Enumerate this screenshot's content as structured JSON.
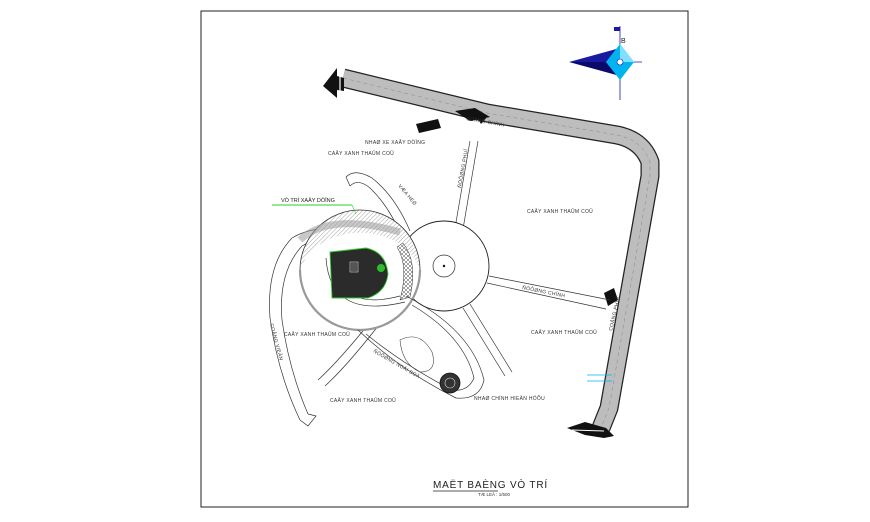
{
  "drawing": {
    "title": "MAËT BAÈNG VÒ TRÍ",
    "scale_note": "TÆ LEÄ : 1/500",
    "north_letter": "B"
  },
  "labels": {
    "cong_chinh": "COÅNG CHÍNH",
    "cong_phu": "COÅNG PHUÏ",
    "nha_xe": "NHAØ XE XAÂY DÖÏNG",
    "cay_xanh_1": "CAÂY XANH THAÛM COÛ",
    "cay_xanh_2": "CAÂY XANH THAÛM COÛ",
    "cay_xanh_3": "CAÂY XANH THAÛM COÛ",
    "cay_xanh_4": "CAÂY XANH THAÛM COÛ",
    "cay_xanh_5": "CAÂY XANH THAÛM COÛ",
    "vi_tri_xay_dung": "VÒ TRÍ XAÂY DÖÏNG",
    "duong_phu": "ÑÖÔØNG PHUÏ",
    "duong_chinh": "ÑÖÔØNG CHÍNH",
    "nha_chinh": "NHAØ CHÍNH HIEÄN HÖÕU",
    "duong_noi_bo": "ÑÖÔØNG NOÄI BOÄ",
    "cong_vien": "COÂNG VIEÂN",
    "via_he": "VÆA HEØ"
  },
  "colors": {
    "road_fill": "#bdbdbd",
    "highlight_green": "#2ecc2e",
    "compass_blue": "#00b4f0",
    "compass_dark": "#1a1aa0",
    "building": "#2b2b2b"
  }
}
